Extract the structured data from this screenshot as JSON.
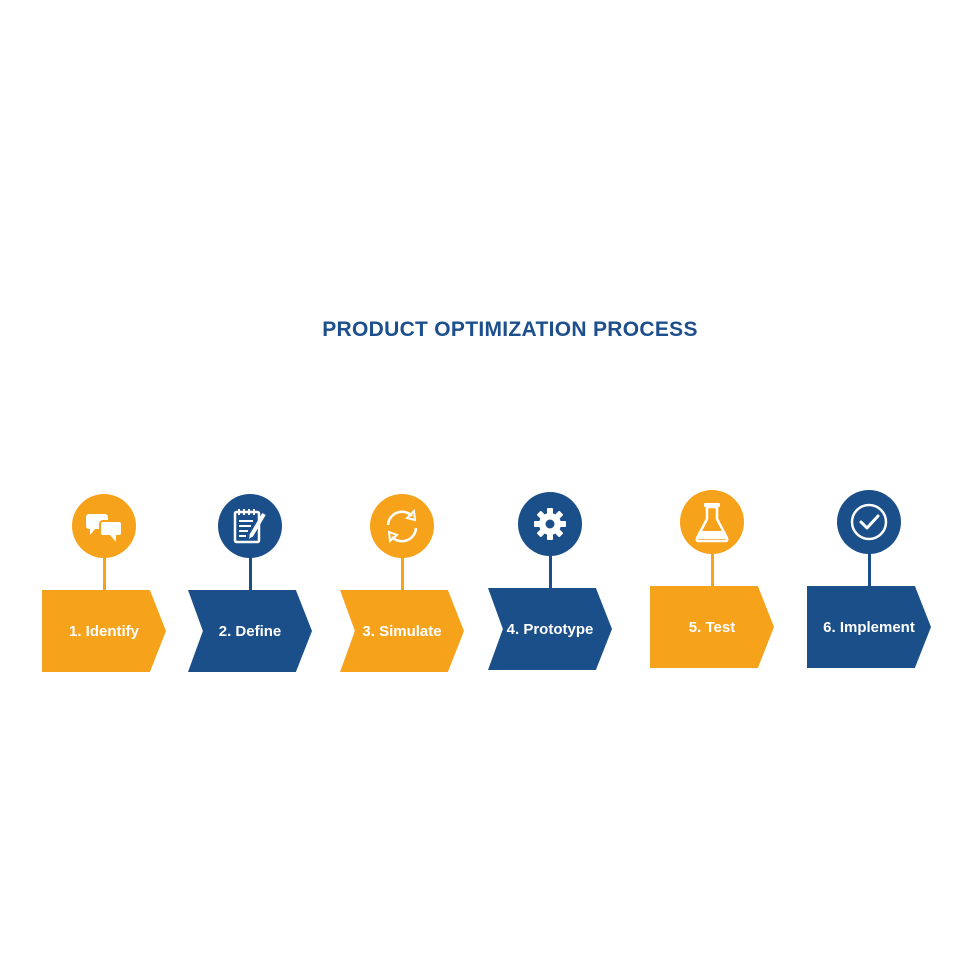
{
  "title": "PRODUCT OPTIMIZATION PROCESS",
  "colors": {
    "orange": "#f7a21b",
    "blue": "#1b4f8a",
    "title": "#1d4f8c"
  },
  "steps": [
    {
      "label": "1. Identify",
      "icon": "chat-bubbles-icon",
      "color": "orange"
    },
    {
      "label": "2. Define",
      "icon": "notepad-pencil-icon",
      "color": "blue"
    },
    {
      "label": "3. Simulate",
      "icon": "refresh-arrows-icon",
      "color": "orange"
    },
    {
      "label": "4. Prototype",
      "icon": "gear-icon",
      "color": "blue"
    },
    {
      "label": "5. Test",
      "icon": "flask-icon",
      "color": "orange"
    },
    {
      "label": "6. Implement",
      "icon": "checkmark-circle-icon",
      "color": "blue"
    }
  ]
}
